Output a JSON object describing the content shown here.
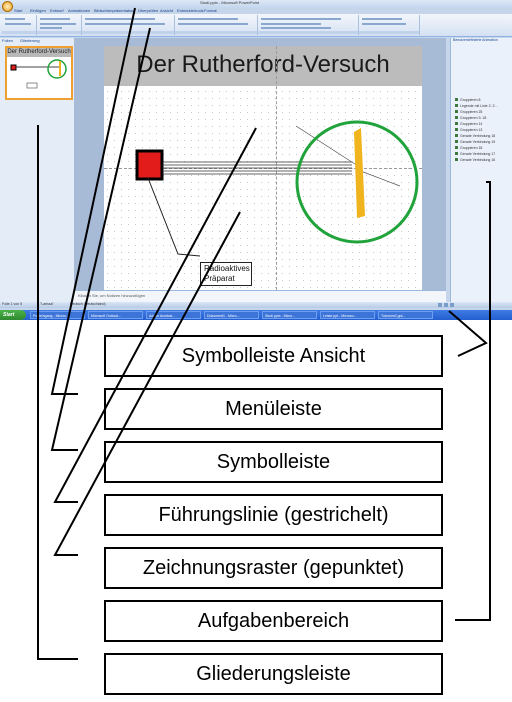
{
  "window": {
    "title": "Studi.pptx - Microsoft PowerPoint"
  },
  "ribbon_tabs": [
    "Start",
    "Einfügen",
    "Entwurf",
    "Animationen",
    "Bildschirmpräsentation",
    "Überprüfen",
    "Ansicht",
    "Entwicklertools",
    "Format"
  ],
  "outline_tabs": [
    "Folien",
    "Gliederung"
  ],
  "slide": {
    "title": "Der Rutherford-Versuch",
    "thumbnail_title": "Der Rutherford-Versuch",
    "label_line1": "Radioaktives",
    "label_line2": "Präparat"
  },
  "notes_placeholder": "Klicken Sie, um Notizen hinzuzufügen",
  "task_pane": {
    "title": "Benutzerdefinierte Animation",
    "items": [
      "Gruppieren 8",
      "Legende mit Linie 2: Z...",
      "Gruppieren 25",
      "Gruppieren 3: 18",
      "Gruppieren 14",
      "Gruppieren 13",
      "Gerade Verbindung 18",
      "Gerade Verbindung 19",
      "Gruppieren 18",
      "Gerade Verbindung 17",
      "Gerade Verbindung 16"
    ]
  },
  "statusbar": {
    "left": "Folie 1 von 5",
    "theme": "\"Larissa\"",
    "language": "Deutsch (Deutschland)"
  },
  "taskbar": {
    "start_label": "Start",
    "items": [
      "Posteingang - Micros...",
      "Microsoft Outlook...",
      "Adobe Acrobat...",
      "Dokument1 - Micro...",
      "Studi.pptx - Micro...",
      "Leiste.ppt - Microso...",
      "Tutorium2.ppt..."
    ]
  },
  "labels": [
    "Symbolleiste Ansicht",
    "Menüleiste",
    "Symbolleiste",
    "Führungslinie (gestrichelt)",
    "Zeichnungsraster (gepunktet)",
    "Aufgabenbereich",
    "Gliederungsleiste"
  ],
  "colors": {
    "circle": "#1fa33a",
    "foil": "#f0b41e",
    "source": "#e21b1b",
    "line": "#000000"
  }
}
